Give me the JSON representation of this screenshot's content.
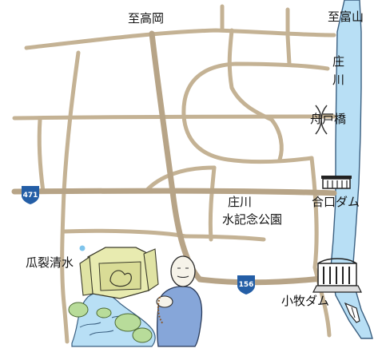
{
  "colors": {
    "road": "#c4b294",
    "main_road": "#b7a487",
    "river": "#b8dff5",
    "river_edge": "#3a5f80",
    "shield": "#245ea6",
    "background": "#ffffff"
  },
  "destinations": {
    "takaoka": "至高岡",
    "toyama": "至富山"
  },
  "river": {
    "name_line1": "庄",
    "name_line2": "川"
  },
  "bridges": {
    "funado": "舟戸橋"
  },
  "dams": {
    "goguchi": "合口ダム",
    "komaki": "小牧ダム"
  },
  "parks": {
    "shogawa_line1": "庄川",
    "shogawa_line2": "水記念公園"
  },
  "landmarks": {
    "urizura_shimizu": "瓜裂清水"
  },
  "routes": {
    "route_471": "471",
    "route_156": "156"
  },
  "icons": {
    "dam": "dam-icon",
    "shrine": "stone-monument-illustration",
    "monk": "monk-illustration",
    "spring": "spring-water-illustration",
    "boat": "boat-icon"
  }
}
